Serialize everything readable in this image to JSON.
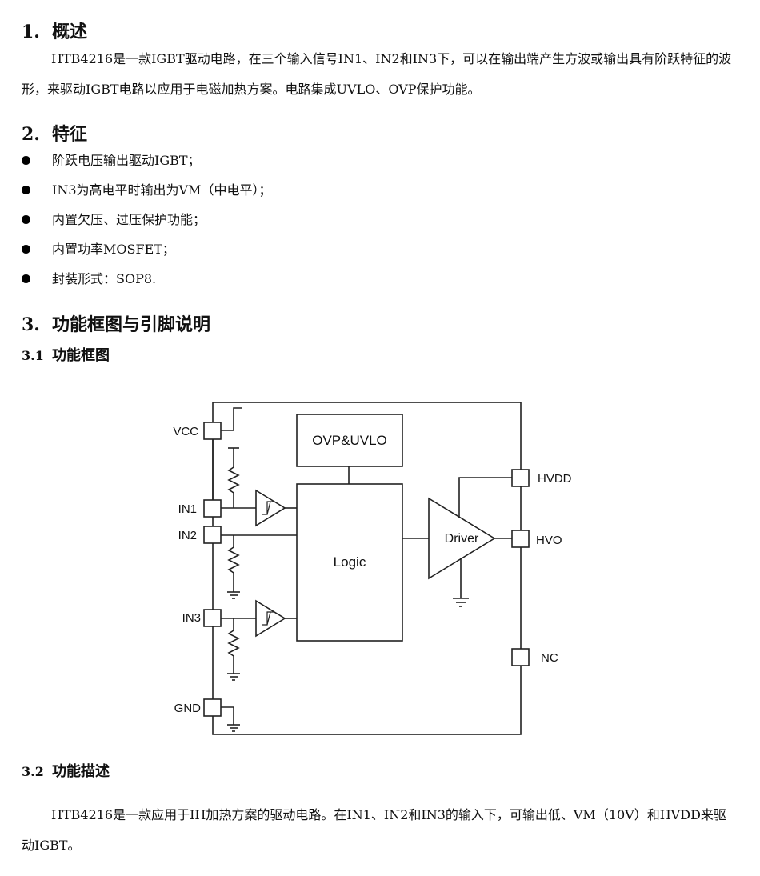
{
  "section1": {
    "number": "1.",
    "title": "概述",
    "paragraph": "HTB4216是一款IGBT驱动电路，在三个输入信号IN1、IN2和IN3下，可以在输出端产生方波或输出具有阶跃特征的波形，来驱动IGBT电路以应用于电磁加热方案。电路集成UVLO、OVP保护功能。"
  },
  "section2": {
    "number": "2.",
    "title": "特征",
    "items": [
      "阶跃电压输出驱动IGBT；",
      "IN3为高电平时输出为VM（中电平）；",
      "内置欠压、过压保护功能；",
      "内置功率MOSFET；",
      "封装形式：SOP8."
    ]
  },
  "section3": {
    "number": "3.",
    "title": "功能框图与引脚说明",
    "sub1": {
      "number": "3.1",
      "title": "功能框图"
    },
    "sub2": {
      "number": "3.2",
      "title": "功能描述"
    },
    "paragraph": "HTB4216是一款应用于IH加热方案的驱动电路。在IN1、IN2和IN3的输入下，可输出低、VM（10V）和HVDD来驱动IGBT。"
  },
  "diagram": {
    "pins_left": [
      "VCC",
      "IN1",
      "IN2",
      "IN3",
      "GND"
    ],
    "pins_right": [
      "HVDD",
      "HVO",
      "NC"
    ],
    "blocks": {
      "protection": "OVP&UVLO",
      "logic": "Logic",
      "driver": "Driver"
    }
  }
}
